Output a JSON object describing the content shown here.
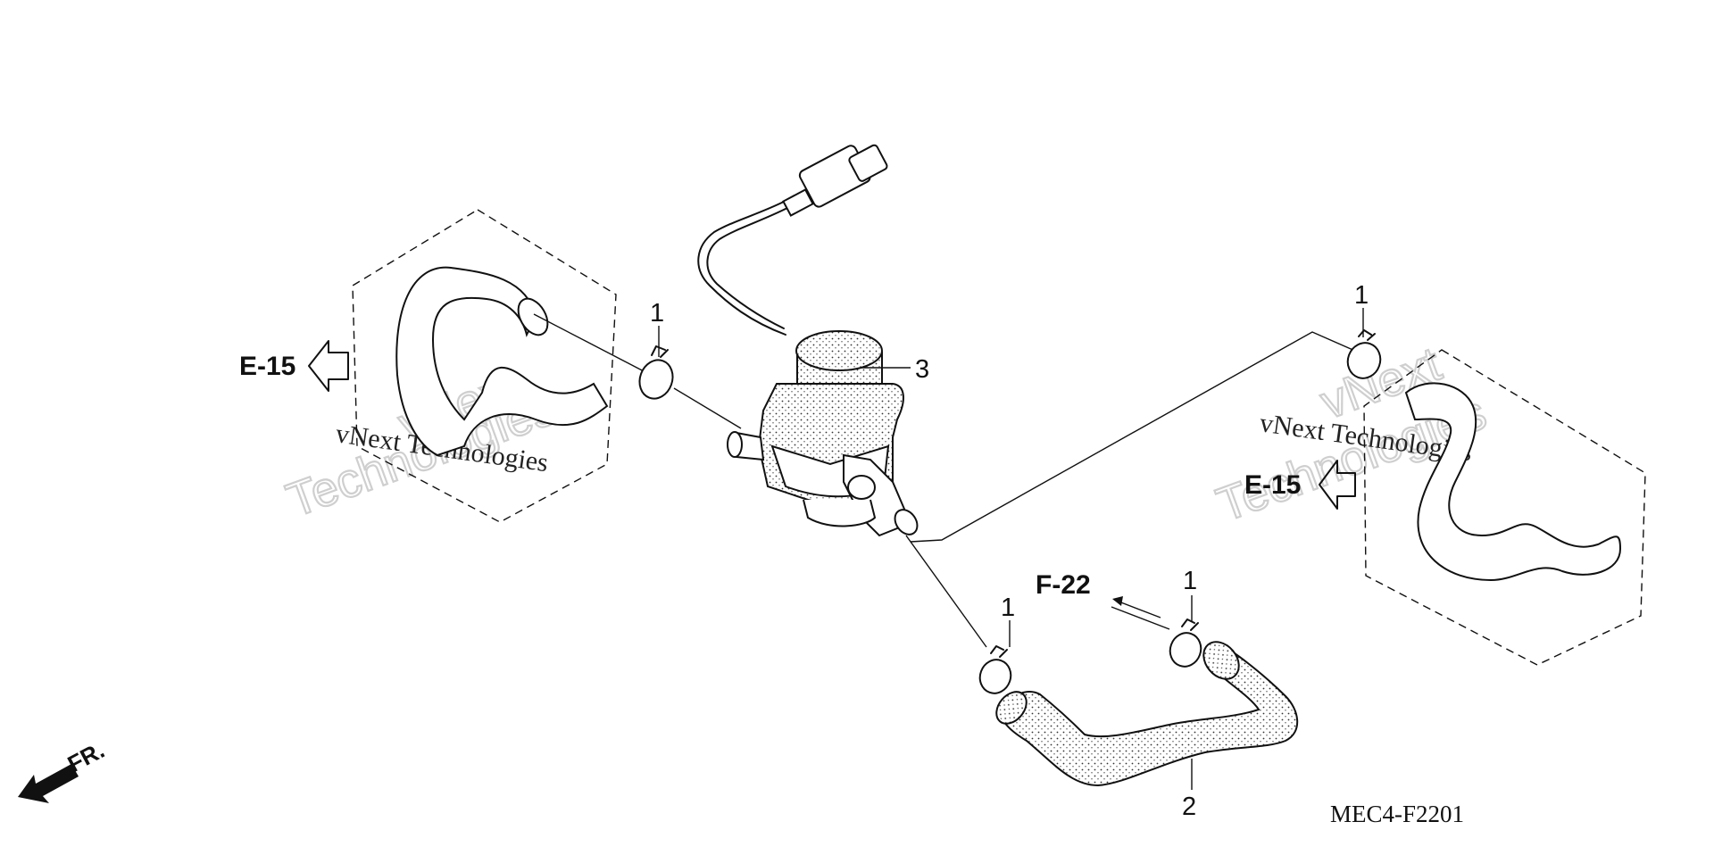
{
  "diagram": {
    "code": "MEC4-F2201",
    "direction_label": "FR.",
    "callouts": {
      "clamp_left": "1",
      "clamp_right": "1",
      "clamp_bottom_left": "1",
      "clamp_bottom_right": "1",
      "hose": "2",
      "valve": "3"
    },
    "references": {
      "left": "E-15",
      "right": "E-15",
      "bottom": "F-22"
    }
  },
  "watermark": {
    "line1": "vNext Technologies",
    "line2": "vNext",
    "line3": "Technologies"
  }
}
